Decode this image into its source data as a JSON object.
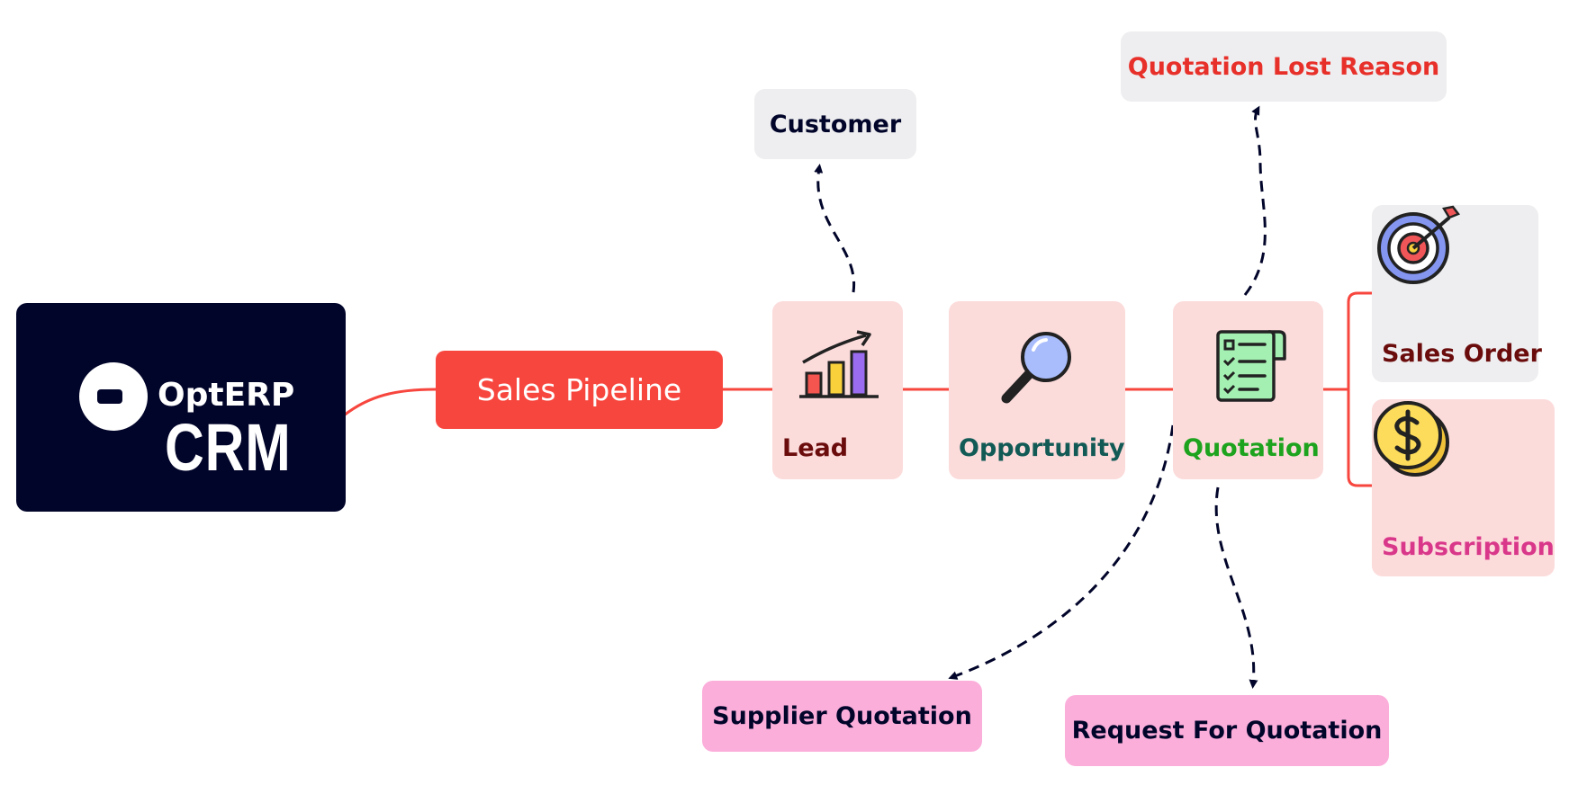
{
  "logo": {
    "brand": "OptERP",
    "product": "CRM"
  },
  "pipeline": {
    "label": "Sales Pipeline"
  },
  "stages": {
    "lead": {
      "label": "Lead",
      "icon": "bar-chart-growth-icon"
    },
    "opportunity": {
      "label": "Opportunity",
      "icon": "magnifier-icon"
    },
    "quotation": {
      "label": "Quotation",
      "icon": "checklist-document-icon"
    },
    "sales_order": {
      "label": "Sales Order",
      "icon": "target-arrow-icon"
    },
    "subscription": {
      "label": "Subscription",
      "icon": "dollar-coin-icon"
    }
  },
  "related": {
    "customer": "Customer",
    "quotation_lost_reason": "Quotation Lost Reason",
    "supplier_quotation": "Supplier Quotation",
    "request_for_quotation": "Request For Quotation"
  },
  "colors": {
    "logo_bg": "#02052a",
    "pipeline_red": "#f7463e",
    "stage_bg": "#fcdbdb",
    "grey_bg": "#eeeef0",
    "pink_bg": "#fcaedb",
    "lead_text": "#6b0c0c",
    "opportunity_text": "#125a55",
    "quotation_text": "#1da31d",
    "sales_order_text": "#6b0c0c",
    "subscription_text": "#d9388a",
    "lost_reason_text": "#e8302a",
    "dark_text": "#02052a"
  }
}
